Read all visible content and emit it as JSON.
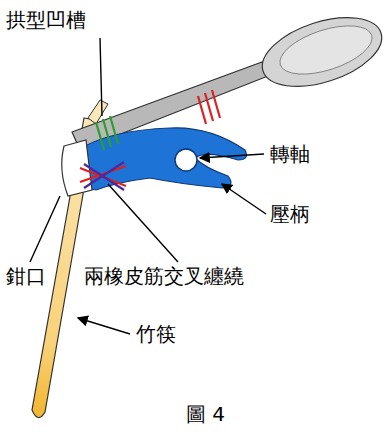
{
  "diagram": {
    "caption": "圖 4",
    "labels": [
      "拱型凹槽",
      "轉軸",
      "壓柄",
      "鉗口",
      "兩橡皮筋交叉纏繞",
      "竹筷"
    ]
  }
}
